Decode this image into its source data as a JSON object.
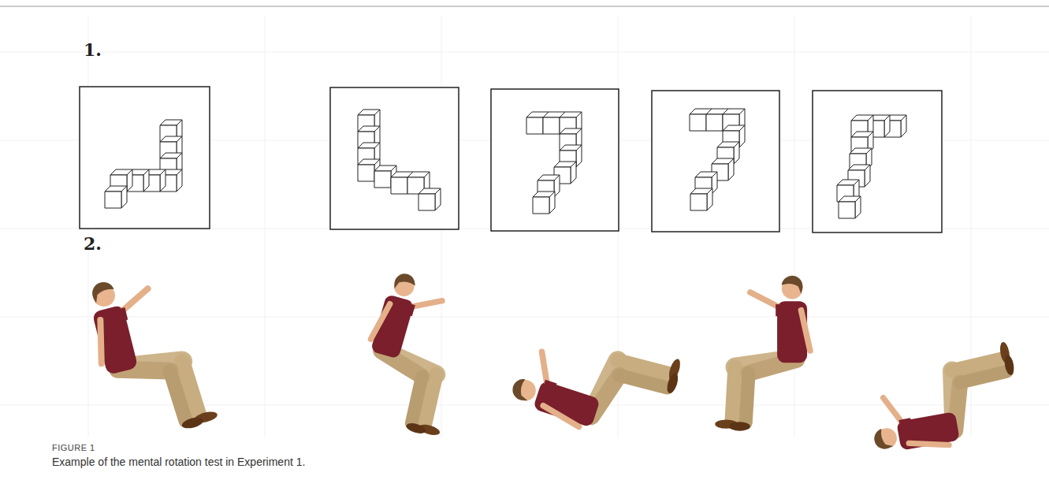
{
  "diagram": {
    "caption": "Example of the mental rotation test in Experiment 1.",
    "labels": [
      "1.",
      "2.",
      "FIGURE 1"
    ]
  }
}
